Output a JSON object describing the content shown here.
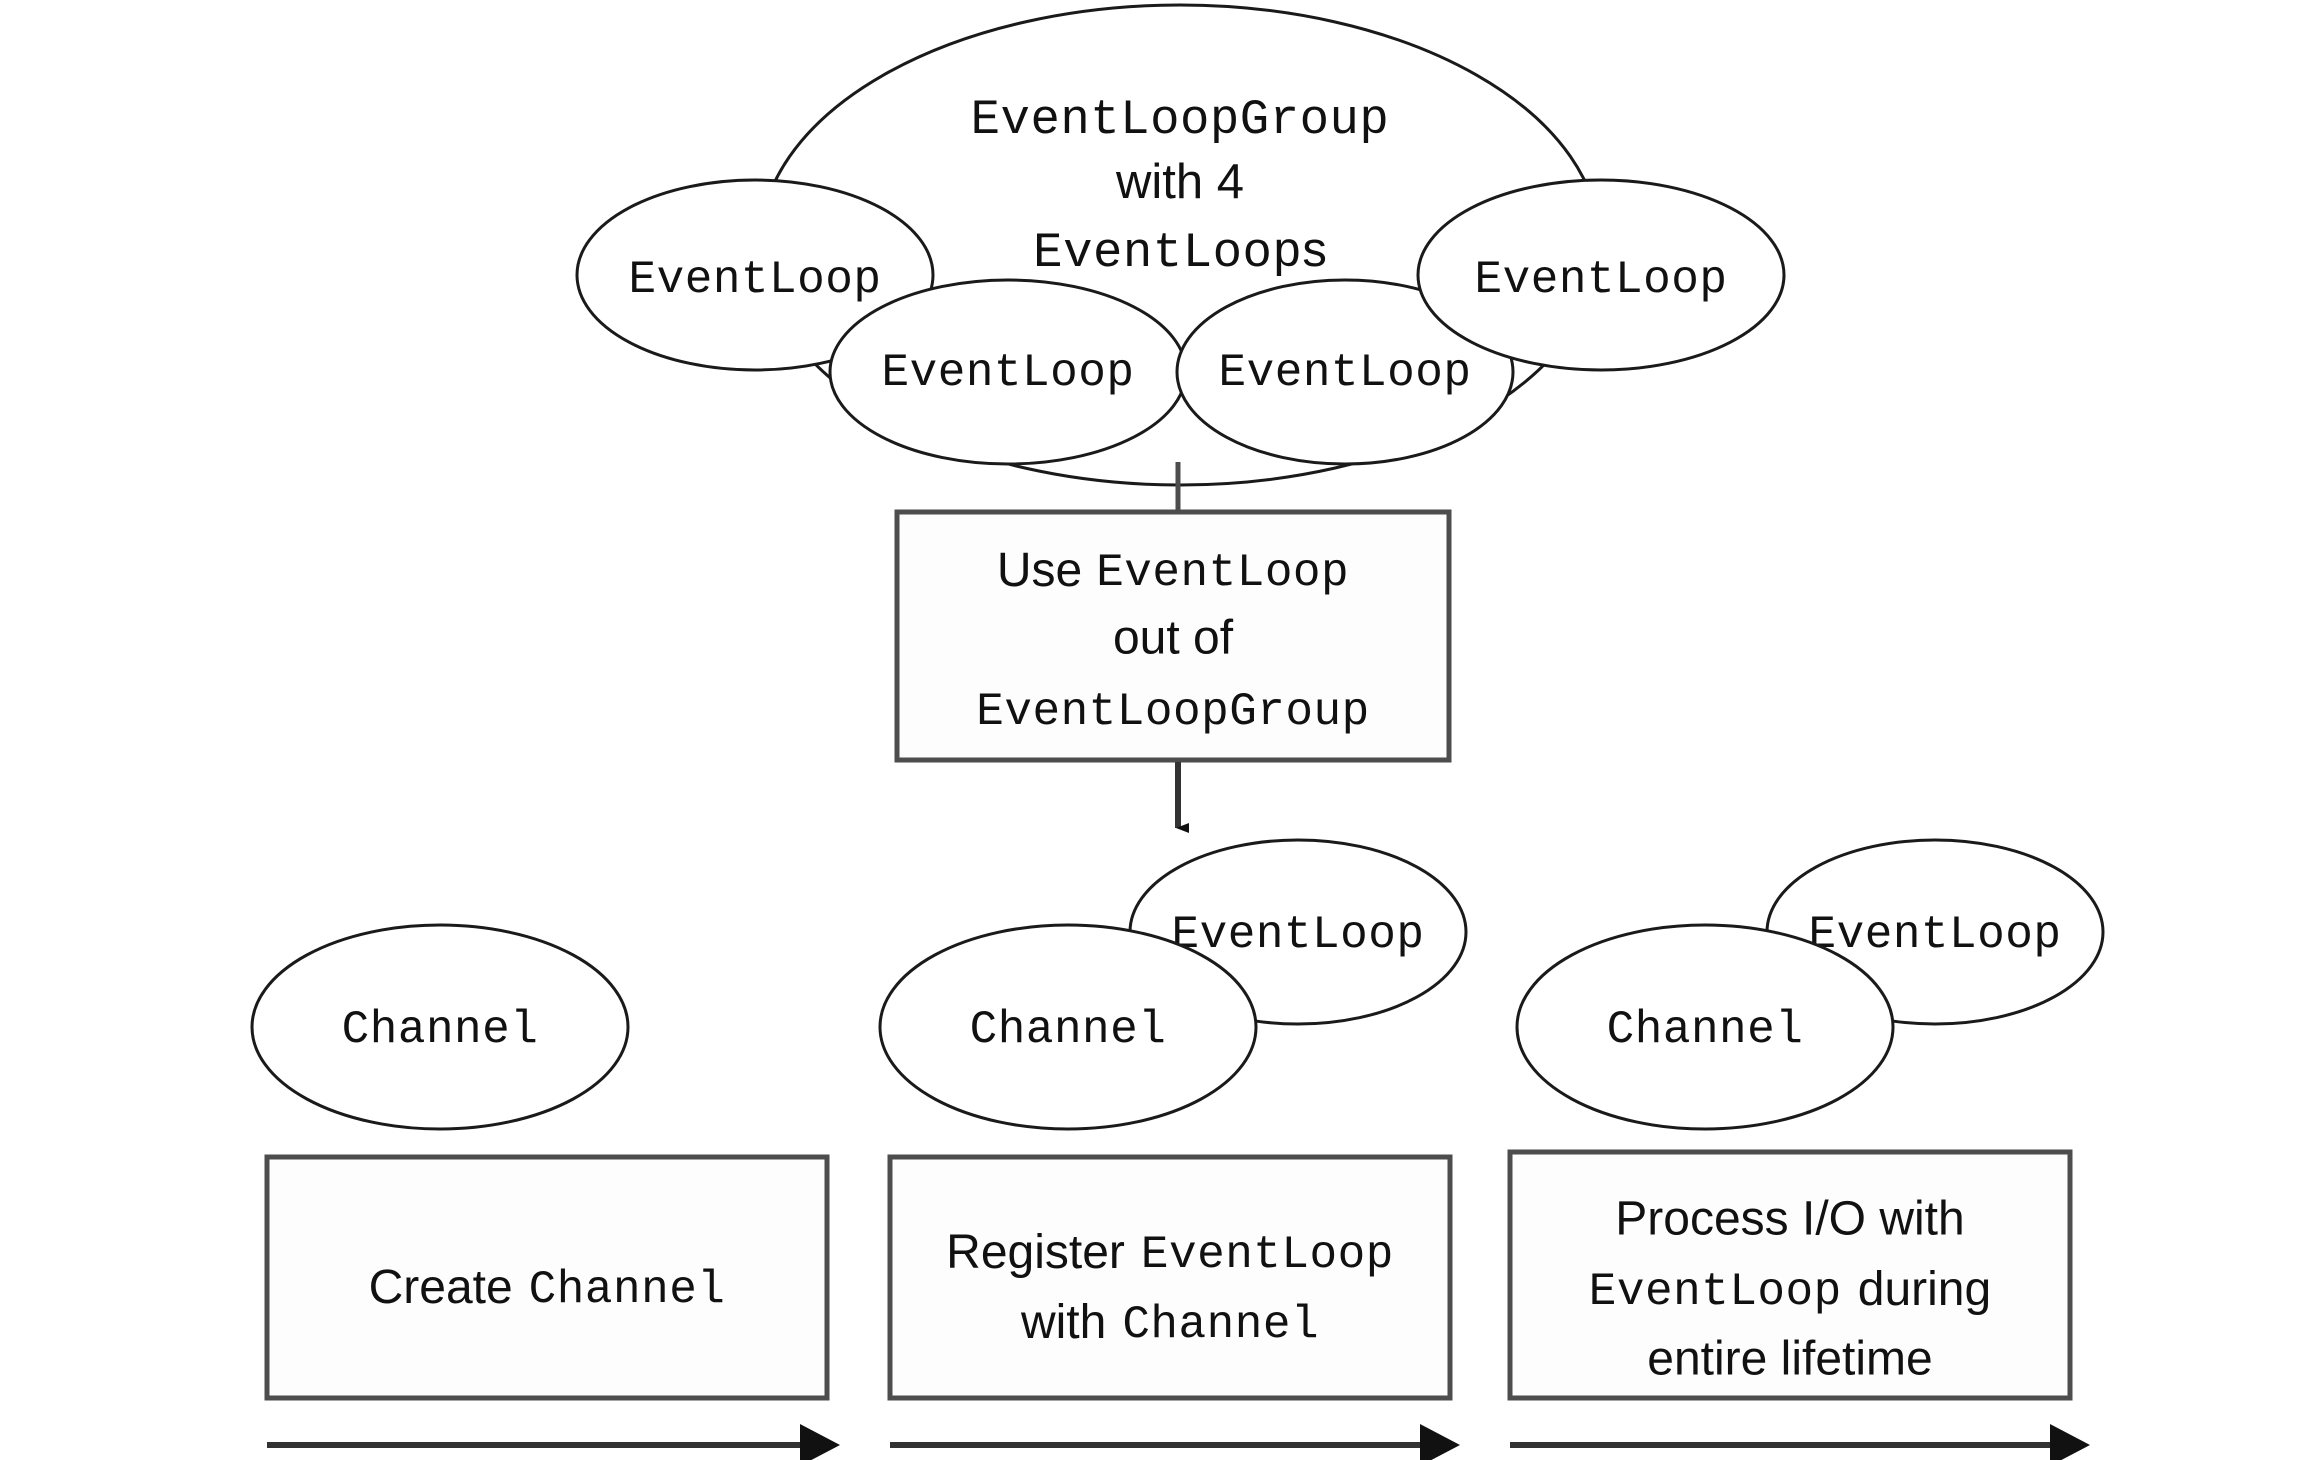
{
  "diagram": {
    "title": "Netty EventLoopGroup / EventLoop / Channel lifecycle",
    "colors": {
      "background": "#ffffff",
      "ellipse_stroke": "#1a1a1a",
      "box_stroke": "#4d4d4d",
      "arrow": "#111111",
      "text": "#111111"
    },
    "group": {
      "caption_line1": "EventLoopGroup",
      "caption_line2": "with 4",
      "caption_line3_mono": "EventLoop",
      "caption_line3_suffix": "s",
      "event_loops": [
        {
          "label": "EventLoop"
        },
        {
          "label": "EventLoop"
        },
        {
          "label": "EventLoop"
        },
        {
          "label": "EventLoop"
        }
      ]
    },
    "use_box": {
      "line1_sans": "Use",
      "line1_mono": "EventLoop",
      "line2_sans": "out of",
      "line3_mono": "EventLoopGroup"
    },
    "stages": [
      {
        "ellipses": [
          {
            "label": "Channel",
            "kind": "channel"
          }
        ],
        "caption_lines": [
          {
            "sans": "Create",
            "mono": "Channel"
          }
        ]
      },
      {
        "ellipses": [
          {
            "label": "EventLoop",
            "kind": "eventloop"
          },
          {
            "label": "Channel",
            "kind": "channel"
          }
        ],
        "caption_lines": [
          {
            "sans": "Register",
            "mono": "EventLoop"
          },
          {
            "sans": "with",
            "mono": "Channel"
          }
        ]
      },
      {
        "ellipses": [
          {
            "label": "EventLoop",
            "kind": "eventloop"
          },
          {
            "label": "Channel",
            "kind": "channel"
          }
        ],
        "caption_lines": [
          {
            "sans": "Process I/O with",
            "mono": ""
          },
          {
            "sans": "",
            "mono": "EventLoop",
            "sans_tail": "during"
          },
          {
            "sans": "entire lifetime",
            "mono": ""
          }
        ]
      }
    ],
    "timeline_arrows": [
      {
        "name": "stage-1-arrow"
      },
      {
        "name": "stage-2-arrow"
      },
      {
        "name": "stage-3-arrow"
      }
    ]
  }
}
